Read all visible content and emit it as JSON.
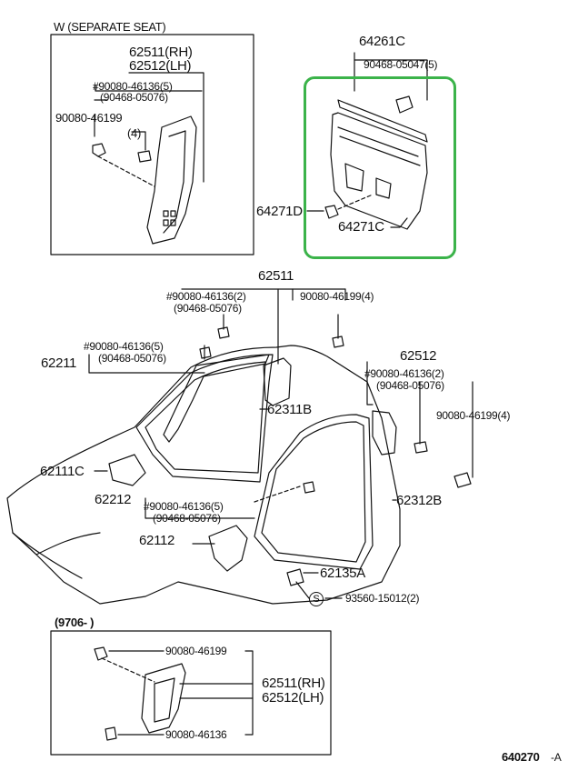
{
  "frame_top": {
    "title": "W (SEPARATE  SEAT)",
    "part_rh": "62511(RH)",
    "part_lh": "62512(LH)",
    "clip_a": "#90080-46136(5)",
    "clip_a_alt": "(90468-05076)",
    "clip_b": "90080-46199",
    "qty": "(4)"
  },
  "highlight": {
    "color": "#3bb34a",
    "part": "64261C",
    "clip": "90468-05047(5)",
    "fastener": "64271D",
    "panel": "64271C"
  },
  "main": {
    "p62511": "62511",
    "clip_c": "#90080-46136(2)",
    "clip_c_alt": "(90468-05076)",
    "clip_d": "90080-46199(4)",
    "clip_e": "#90080-46136(5)",
    "clip_e_alt": "(90468-05076)",
    "p62211": "62211",
    "p62512": "62512",
    "clip_f": "#90080-46136(2)",
    "clip_f_alt": "(90468-05076)",
    "clip_g": "90080-46199(4)",
    "p62311b": "62311B",
    "p62111c": "62111C",
    "p62212": "62212",
    "clip_h": "#90080-46136(5)",
    "clip_h_alt": "(90468-05076)",
    "p62312b": "62312B",
    "p62112": "62112",
    "p62135a": "62135A",
    "screw_symbol": "S",
    "screw": "93560-15012(2)"
  },
  "frame_bottom": {
    "title": "(9706-      )",
    "clip_top": "90080-46199",
    "part_rh": "62511(RH)",
    "part_lh": "62512(LH)",
    "clip_bottom": "90080-46136"
  },
  "footer": {
    "code": "640270",
    "suffix": "-A"
  }
}
